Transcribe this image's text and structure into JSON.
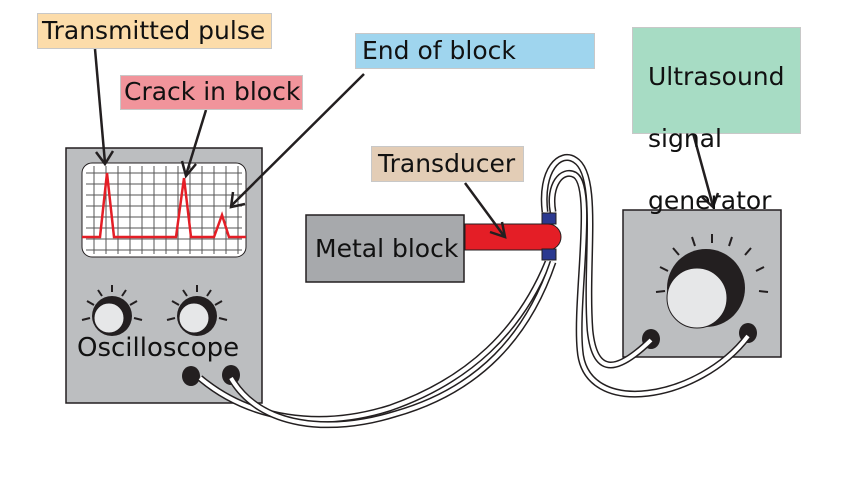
{
  "labels": {
    "transmitted_pulse": "Transmitted pulse",
    "crack_in_block": "Crack in block",
    "end_of_block": "End of block",
    "transducer": "Transducer",
    "metal_block": "Metal block",
    "oscilloscope": "Oscilloscope",
    "generator_line1": "Ultrasound",
    "generator_line2": "signal",
    "generator_line3": "generator"
  },
  "colors": {
    "transmitted_pulse_bg": "#fcdcaa",
    "crack_in_block_bg": "#f1949b",
    "end_of_block_bg": "#9fd5ee",
    "transducer_bg": "#e3cdb6",
    "generator_label_bg": "#a7dcc4",
    "device_body": "#bcbec0",
    "trace": "#e41e26",
    "transducer_probe": "#e41e26",
    "transducer_clamp": "#2b3990"
  },
  "icons": [
    "oscilloscope-dial-icon",
    "generator-dial-icon",
    "connector-socket-icon"
  ]
}
